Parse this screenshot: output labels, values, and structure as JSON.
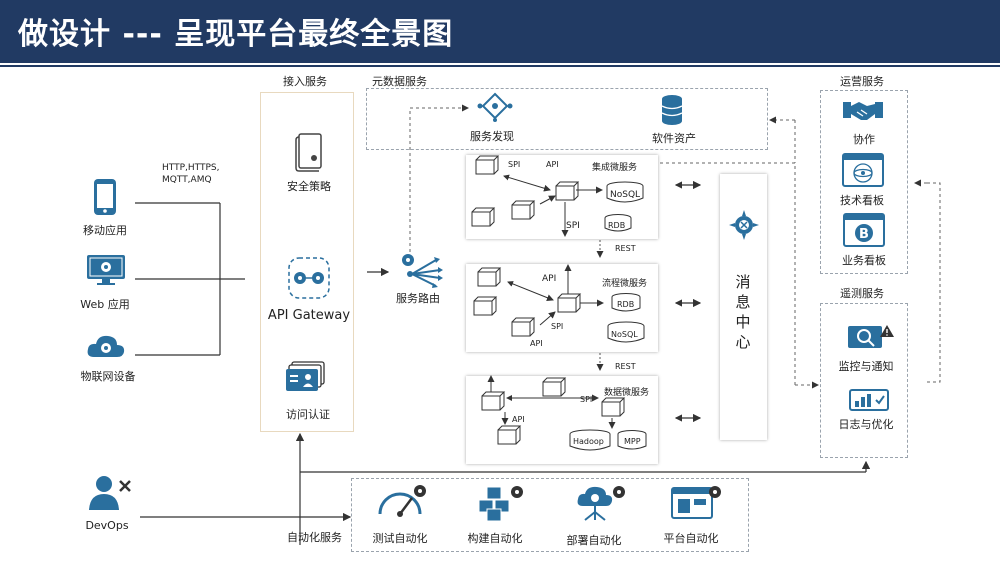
{
  "title": "做设计 --- 呈现平台最终全景图",
  "sections": {
    "access": "接入服务",
    "metadata": "元数据服务",
    "ops": "运营服务",
    "observe": "遥测服务",
    "automation": "自动化服务"
  },
  "clients": {
    "protocols": "HTTP,HTTPS,\nMQTT,AMQ",
    "items": [
      "移动应用",
      "Web 应用",
      "物联网设备"
    ]
  },
  "access": {
    "security": "安全策略",
    "gateway": "API Gateway",
    "auth": "访问认证"
  },
  "routing": "服务路由",
  "metadata": {
    "discovery": "服务发现",
    "assets": "软件资产"
  },
  "microservices": {
    "integration": {
      "label": "集成微服务",
      "spi": "SPI",
      "api": "API",
      "spi2": "SPI",
      "stores": [
        "NoSQL",
        "RDB"
      ]
    },
    "flow": {
      "label": "流程微服务",
      "api": "API",
      "spi": "SPI",
      "api2": "API",
      "stores": [
        "RDB",
        "NoSQL"
      ]
    },
    "data": {
      "label": "数据微服务",
      "spi": "SPI",
      "api": "API",
      "stores": [
        "Hadoop",
        "MPP"
      ]
    }
  },
  "rest": [
    "REST",
    "REST"
  ],
  "message_center": "消息中心",
  "ops": {
    "items": [
      "协作",
      "技术看板",
      "业务看板"
    ]
  },
  "observe": {
    "items": [
      "监控与通知",
      "日志与优化"
    ]
  },
  "devops": "DevOps",
  "automation": {
    "items": [
      "测试自动化",
      "构建自动化",
      "部署自动化",
      "平台自动化"
    ]
  }
}
